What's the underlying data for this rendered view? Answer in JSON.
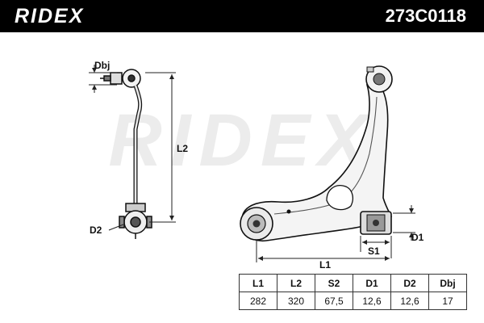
{
  "header": {
    "brand": "RIDEX",
    "part_number": "273C0118"
  },
  "watermark": "RIDEX",
  "labels": {
    "dbj": "Dbj",
    "l2": "L2",
    "d2": "D2",
    "l1": "L1",
    "s1": "S1",
    "d1": "D1"
  },
  "specs": {
    "headers": [
      "L1",
      "L2",
      "S2",
      "D1",
      "D2",
      "Dbj"
    ],
    "values": [
      "282",
      "320",
      "67,5",
      "12,6",
      "12,6",
      "17"
    ]
  }
}
